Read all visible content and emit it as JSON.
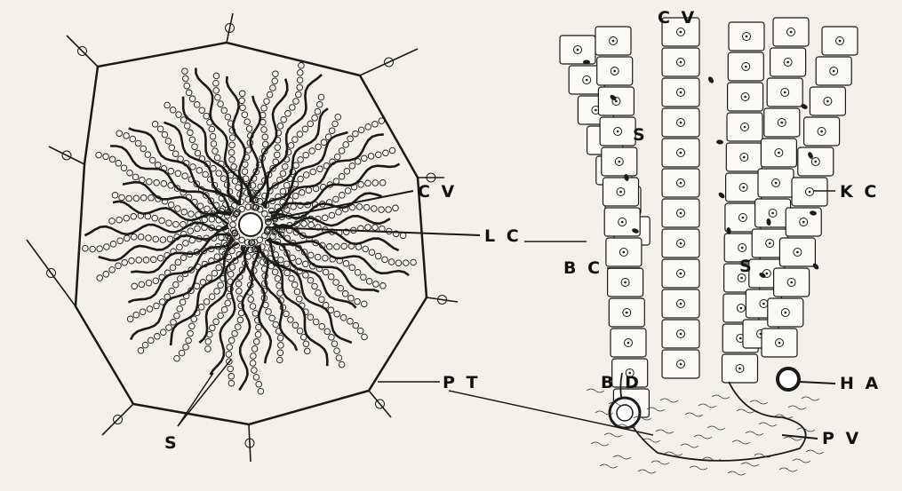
{
  "left_diagram": {
    "labels": {
      "cv": "C V",
      "lc": "L C",
      "s": "S",
      "pt": "P T"
    }
  },
  "right_diagram": {
    "labels": {
      "cv": "C V",
      "s1": "S",
      "s2": "S",
      "kc": "K C",
      "bc": "B C",
      "bd": "B D",
      "ha": "H A",
      "pv": "P V"
    }
  },
  "colors": {
    "ink": "#1a1a1a",
    "paper": "#f4f1ea"
  }
}
